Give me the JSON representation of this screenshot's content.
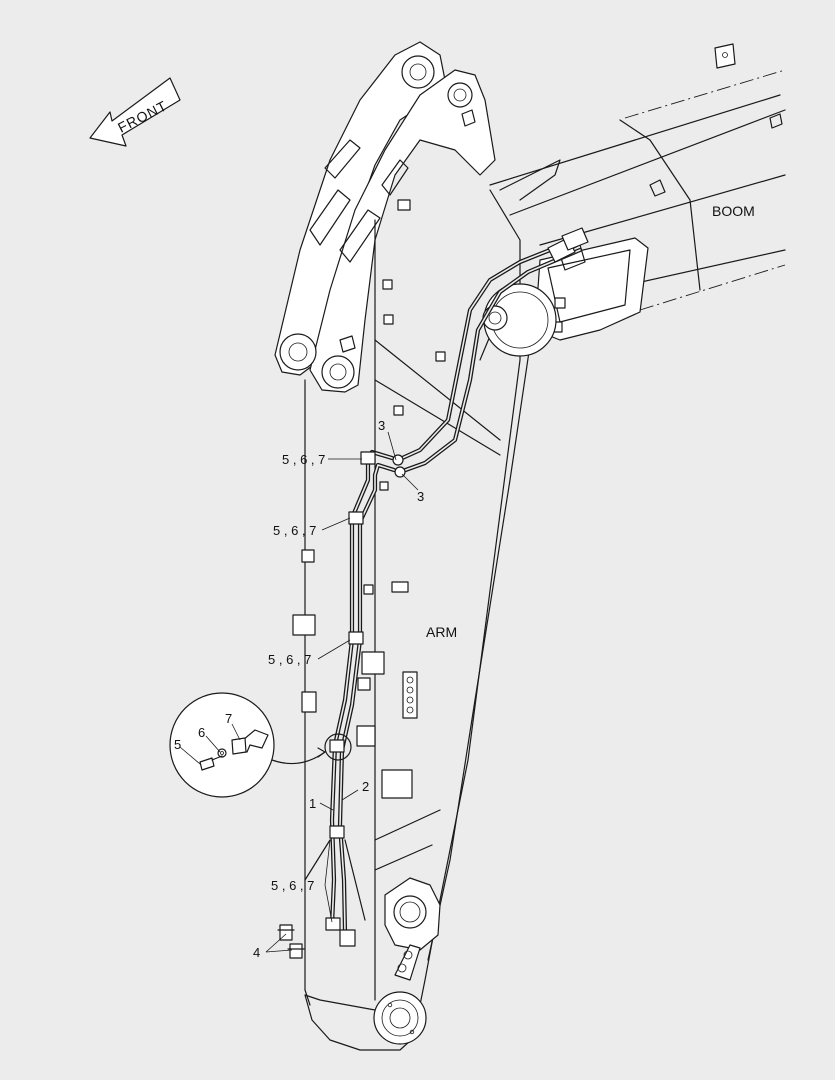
{
  "direction": {
    "label": "FRONT"
  },
  "components": {
    "boom": "BOOM",
    "arm": "ARM"
  },
  "callouts": {
    "top_clamp": "5 , 6 , 7",
    "upper_clamp": "5 , 6 , 7",
    "mid_clamp": "5 , 6 , 7",
    "lower_clamp": "5 , 6 , 7",
    "hose_upper": "3",
    "hose_lower": "3",
    "fitting": "4",
    "pipe_1": "1",
    "pipe_2": "2",
    "detail_bolt": "5",
    "detail_washer": "6",
    "detail_clamp": "7"
  }
}
